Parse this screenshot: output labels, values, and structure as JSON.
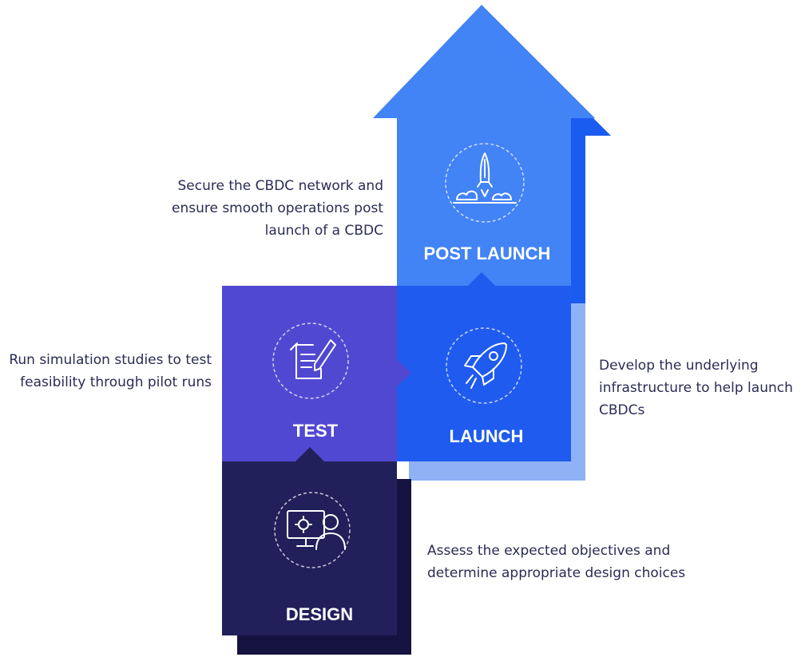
{
  "colors": {
    "post_launch": "#4283f6",
    "post_launch_shadow": "#1a5cf0",
    "launch": "#1f5bee",
    "launch_shadow": "#8fb2f7",
    "test": "#5148d2",
    "design": "#22205a",
    "design_shadow": "#14123f",
    "text": "#2b2b55"
  },
  "stages": {
    "post_launch": {
      "label": "POST LAUNCH",
      "icon": "rocket-launch-pad-icon",
      "description": [
        "Secure the CBDC network and",
        "ensure smooth operations post",
        "launch of a CBDC"
      ]
    },
    "launch": {
      "label": "LAUNCH",
      "icon": "rocket-icon",
      "description": [
        "Develop the underlying",
        "infrastructure to help launch",
        "CBDCs"
      ]
    },
    "test": {
      "label": "TEST",
      "icon": "document-pencil-icon",
      "description": [
        "Run simulation studies to test",
        "feasibility through pilot runs"
      ]
    },
    "design": {
      "label": "DESIGN",
      "icon": "user-monitor-gear-icon",
      "description": [
        "Assess the expected objectives and",
        "determine appropriate design choices"
      ]
    }
  }
}
